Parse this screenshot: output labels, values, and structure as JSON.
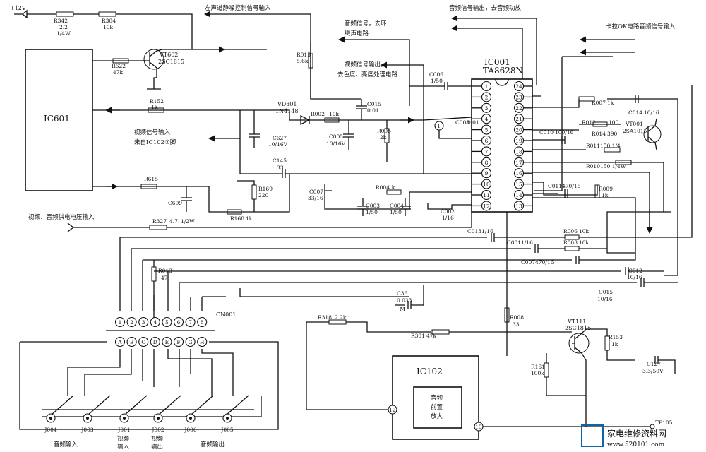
{
  "power": {
    "v12": "+12V"
  },
  "ics": {
    "ic601": "IC601",
    "ic001": "IC001",
    "ic001_type": "TA8628N",
    "ic102": "IC102",
    "ic102_func": [
      "音频",
      "前置",
      "放大"
    ],
    "left_pins": [
      "1",
      "2",
      "3",
      "4",
      "5",
      "6",
      "7",
      "8",
      "9",
      "10",
      "11",
      "12"
    ],
    "right_pins": [
      "24",
      "23",
      "22",
      "21",
      "20",
      "19",
      "18",
      "17",
      "16",
      "15",
      "14",
      "13"
    ],
    "ic102_pins": [
      "12",
      "10"
    ]
  },
  "signals": {
    "mute_ctrl": "左声道静噪控制信号输入",
    "audio_out_amp": "音频信号输出，去音频功放",
    "audio_to_ring": [
      "音频信号，去环",
      "绕声电路"
    ],
    "video_out": [
      "视频信号输出，",
      "去色度、亮度处理电路"
    ],
    "video_in": [
      "视频信号输入",
      "来自IC102⑦脚"
    ],
    "ok_input": "卡拉OK电路音频信号输入",
    "supply_input": "视频、音频供电电压输入",
    "ref1": "1"
  },
  "components": {
    "r342": [
      "R342",
      "2.2",
      "1/4W"
    ],
    "r304": [
      "R304",
      "10k"
    ],
    "vt602": [
      "VT602",
      "2SC1815"
    ],
    "r622": [
      "R622",
      "47k"
    ],
    "r152": [
      "R152",
      "1k"
    ],
    "r015": [
      "R015",
      "5.6k"
    ],
    "vd301": [
      "VD301",
      "1N4148"
    ],
    "c627": [
      "C627",
      "10/16V"
    ],
    "c145": [
      "C145",
      "33"
    ],
    "r002": [
      "R002",
      "10k"
    ],
    "c015a": [
      "C015",
      "0.01"
    ],
    "c005": [
      "C005",
      "10/16V"
    ],
    "r005": [
      "R005",
      "2k"
    ],
    "c008": [
      "C008",
      "0.01"
    ],
    "c006": [
      "C006",
      "1/50"
    ],
    "r615": "R615",
    "c609": "C609",
    "r169": [
      "R169",
      "220"
    ],
    "r168": [
      "R168",
      "1k"
    ],
    "c007a": [
      "C007",
      "33/16"
    ],
    "c003": [
      "C003",
      "1/50"
    ],
    "r004": [
      "R004",
      "1k"
    ],
    "c004": [
      "C004",
      "1/50"
    ],
    "c002": [
      "C002",
      "1/16"
    ],
    "r327": [
      "R327",
      "4.7",
      "1/2W"
    ],
    "r007": [
      "R007",
      "1k"
    ],
    "c014": [
      "C014",
      "10/16"
    ],
    "vt001": [
      "VT001",
      "2SA1015"
    ],
    "r012": [
      "R012",
      "100"
    ],
    "c010": [
      "C010",
      "100/16"
    ],
    "r014": [
      "R014",
      "390"
    ],
    "r011": [
      "R011",
      "150 1/4"
    ],
    "r010": [
      "R010",
      "150 1/4W"
    ],
    "c011": [
      "C011",
      "470/16"
    ],
    "r009": [
      "R009",
      "1k"
    ],
    "c013": [
      "C013",
      "1/16"
    ],
    "r006": [
      "R006",
      "10k"
    ],
    "c001": [
      "C001",
      "1/16"
    ],
    "r003": [
      "R003",
      "10k"
    ],
    "c007b": [
      "C007",
      "470/16"
    ],
    "c012": [
      "C012",
      "10/16"
    ],
    "c015b": [
      "C015",
      "10/16"
    ],
    "r013": [
      "R013",
      "47"
    ],
    "c361": [
      "C361",
      "0.033"
    ],
    "m_label": "M",
    "r318": [
      "R318",
      "2.2k"
    ],
    "r008": [
      "R008",
      "33"
    ],
    "r301": [
      "R301",
      "47k"
    ],
    "vt111": [
      "VT111",
      "2SC1815"
    ],
    "r153": [
      "R153",
      "1k"
    ],
    "c127": [
      "C127",
      "3.3/50V"
    ],
    "r161": [
      "R161",
      "100k"
    ]
  },
  "connector": {
    "name": "CN001",
    "nums": [
      "1",
      "2",
      "3",
      "4",
      "5",
      "6",
      "7",
      "8"
    ],
    "letters": [
      "A",
      "B",
      "C",
      "D",
      "E",
      "F",
      "G",
      "H"
    ]
  },
  "jacks": {
    "ids": [
      "J004",
      "J003",
      "J001",
      "J002",
      "J006",
      "J005"
    ],
    "audio_in": "音频输入",
    "video_in": [
      "视频",
      "输入"
    ],
    "video_out": [
      "视频",
      "输出"
    ],
    "audio_out": "音频输出"
  },
  "testpoint": "TP105",
  "watermark": {
    "brand": "家电维修资料网",
    "url": "www.520101.com"
  }
}
